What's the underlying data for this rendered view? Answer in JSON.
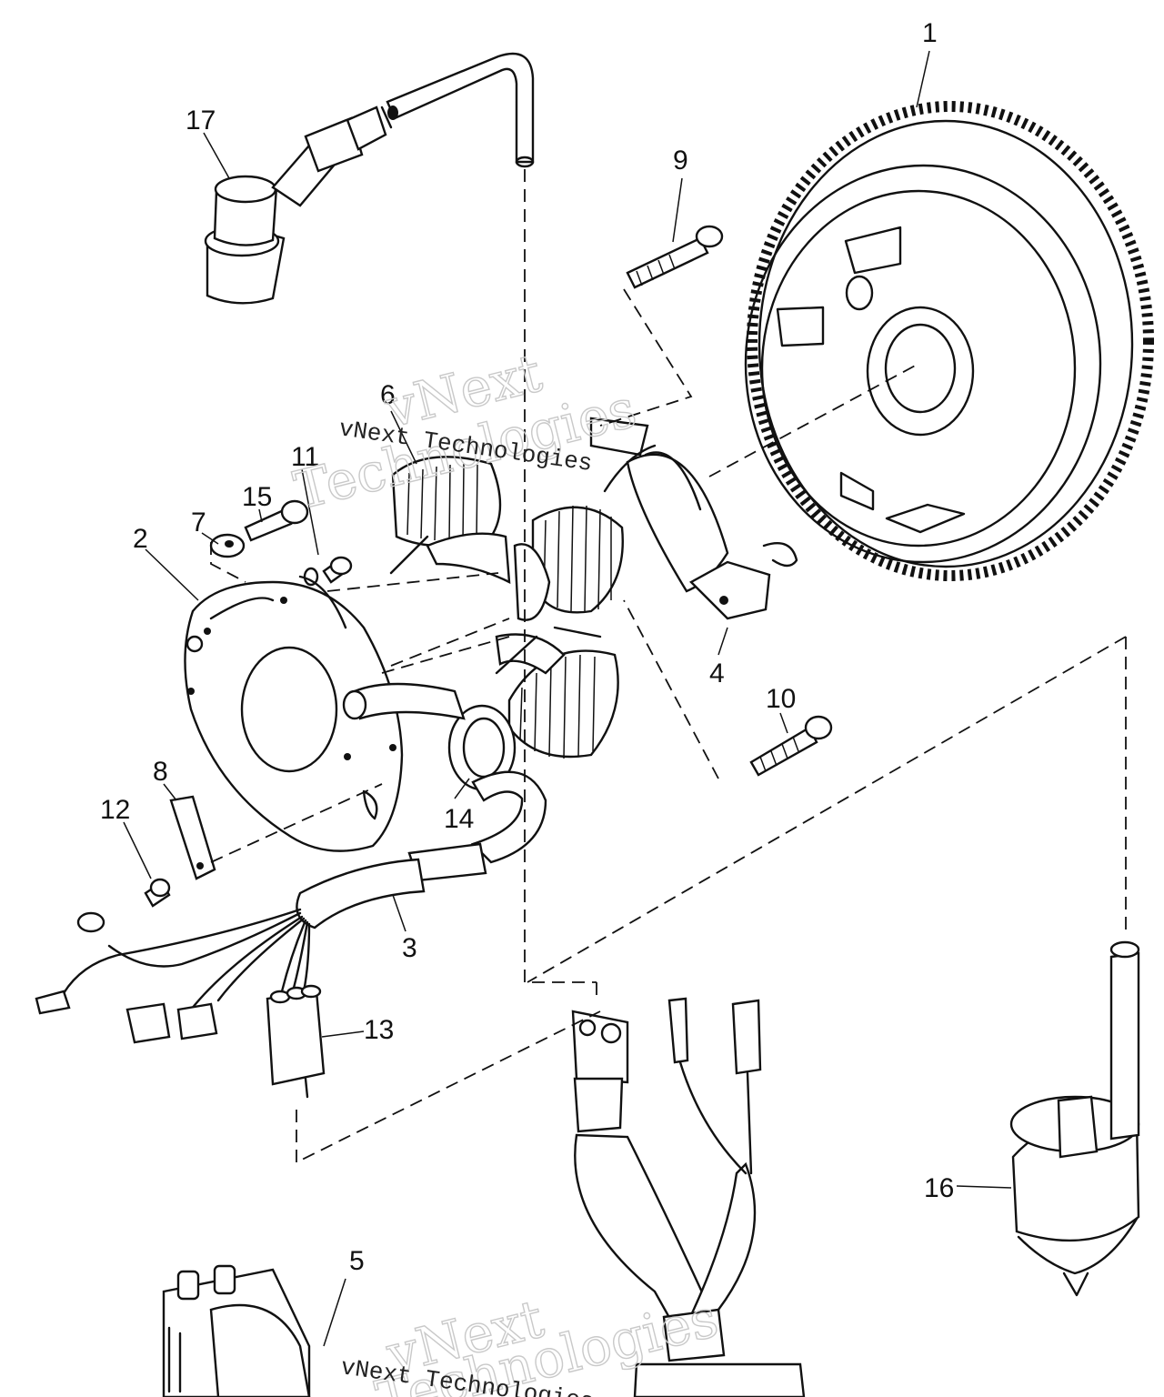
{
  "callouts": {
    "c1": "1",
    "c2": "2",
    "c3": "3",
    "c4": "4",
    "c5": "5",
    "c6": "6",
    "c7": "7",
    "c8": "8",
    "c9": "9",
    "c10": "10",
    "c11": "11",
    "c12": "12",
    "c13": "13",
    "c14": "14",
    "c15": "15",
    "c16": "16",
    "c17": "17"
  },
  "watermark": {
    "line_top": "vNext",
    "line_bottom": "Technologies",
    "inline": "vNext Technologies"
  }
}
